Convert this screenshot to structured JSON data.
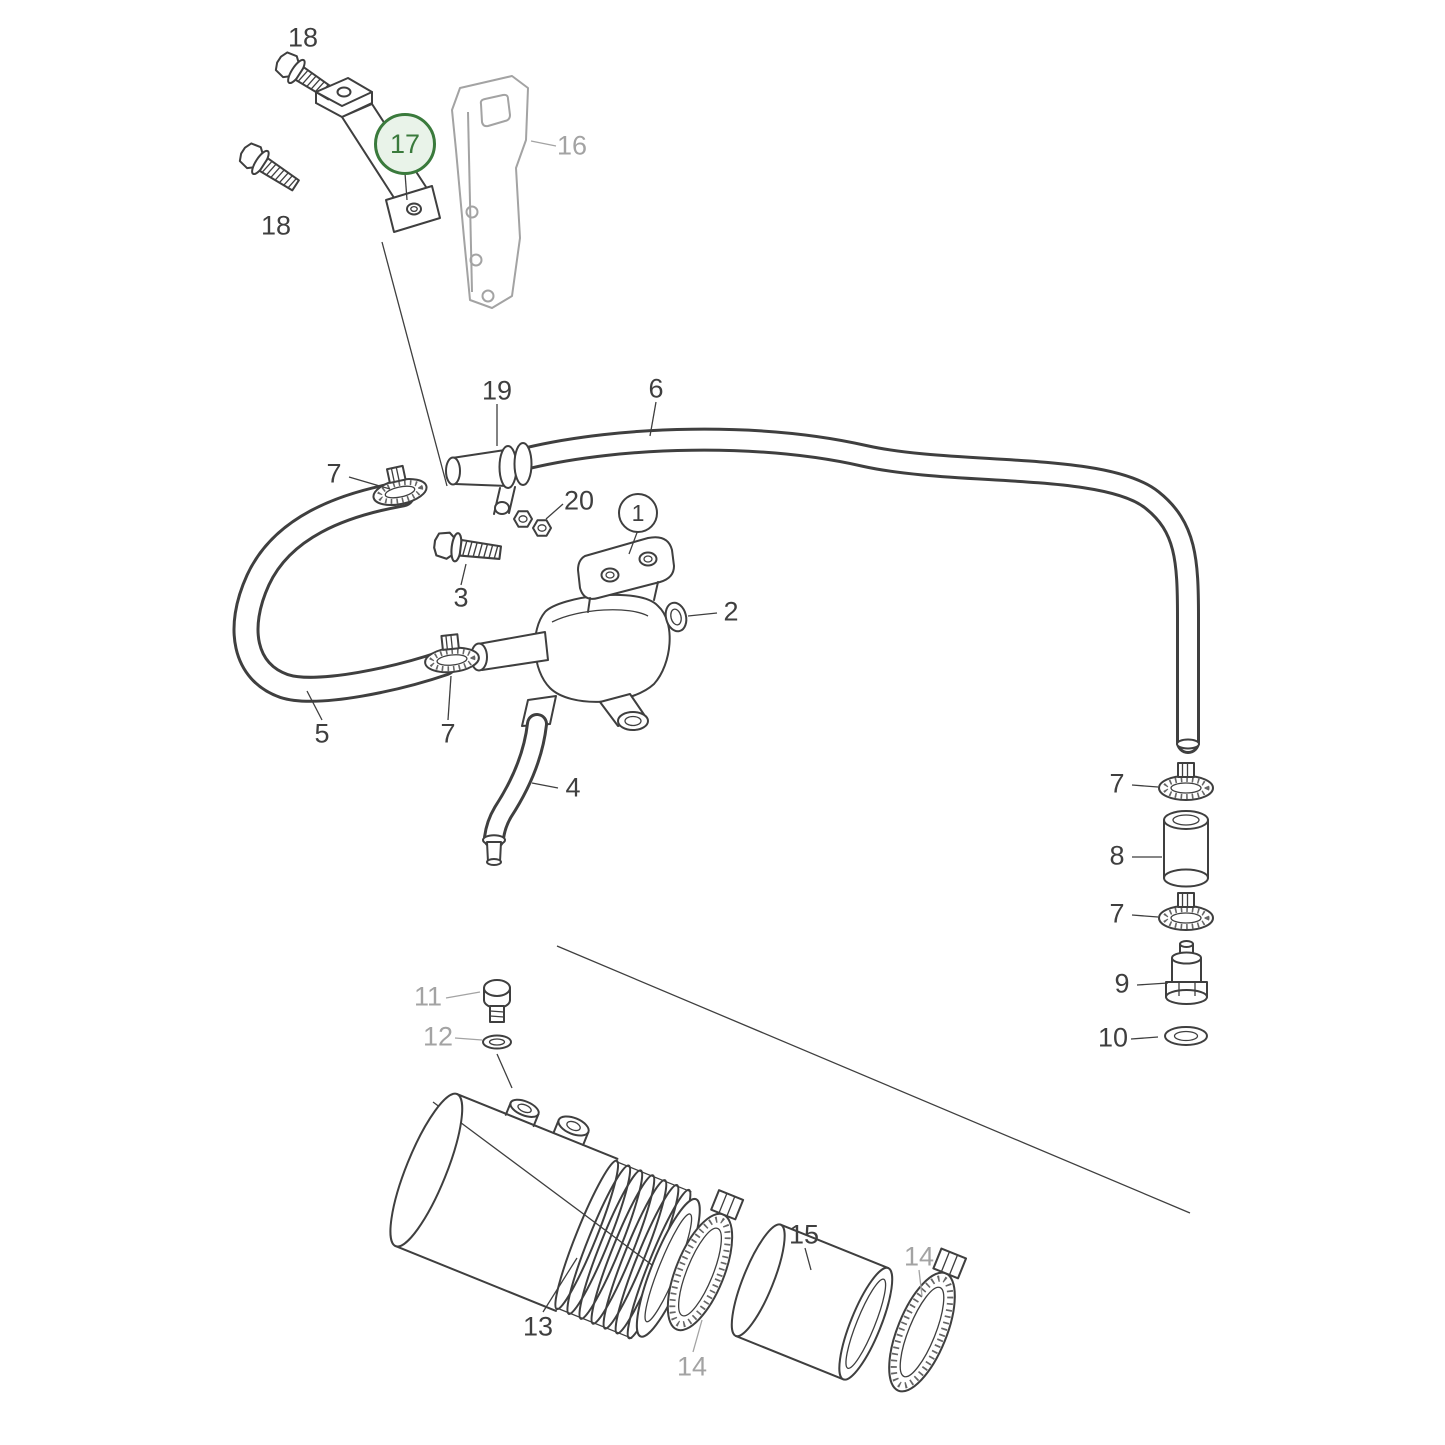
{
  "diagram": {
    "type": "exploded-parts-diagram",
    "highlighted_part": "17"
  },
  "colors": {
    "line": "#3f3f3f",
    "muted": "#a3a3a3",
    "highlight_stroke": "#3a7a3c",
    "highlight_fill": "#e9f3e9"
  },
  "callouts": [
    {
      "text": "18"
    },
    {
      "text": "17",
      "style": "highlight"
    },
    {
      "text": "16",
      "style": "muted"
    },
    {
      "text": "18"
    },
    {
      "text": "19"
    },
    {
      "text": "6"
    },
    {
      "text": "7"
    },
    {
      "text": "20"
    },
    {
      "text": "1",
      "style": "circled"
    },
    {
      "text": "3"
    },
    {
      "text": "2"
    },
    {
      "text": "5"
    },
    {
      "text": "7"
    },
    {
      "text": "4"
    },
    {
      "text": "7"
    },
    {
      "text": "8"
    },
    {
      "text": "7"
    },
    {
      "text": "9"
    },
    {
      "text": "10"
    },
    {
      "text": "11",
      "style": "muted"
    },
    {
      "text": "12",
      "style": "muted"
    },
    {
      "text": "13"
    },
    {
      "text": "14",
      "style": "muted"
    },
    {
      "text": "15"
    },
    {
      "text": "14",
      "style": "muted"
    }
  ]
}
